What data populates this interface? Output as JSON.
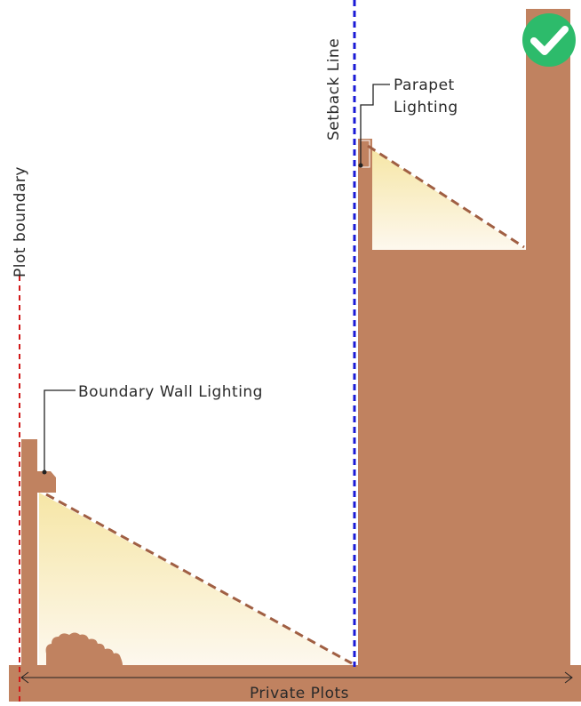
{
  "labels": {
    "setback_line": "Setback Line",
    "plot_boundary": "Plot boundary",
    "parapet_lighting_line1": "Parapet",
    "parapet_lighting_line2": "Lighting",
    "boundary_wall_lighting": "Boundary Wall Lighting",
    "private_plots": "Private Plots"
  },
  "colors": {
    "wall": "#c08260",
    "beam_dash": "#a05f43",
    "setback_line": "#1a1ad6",
    "plot_boundary_line": "#d11a1a",
    "light_top": "#f6e6a6",
    "light_bottom": "#fdf8ee",
    "check_badge": "#2dbb6b",
    "leader": "#222222"
  },
  "icons": {
    "status": "check-badge-icon",
    "shrub": "shrub-icon"
  }
}
